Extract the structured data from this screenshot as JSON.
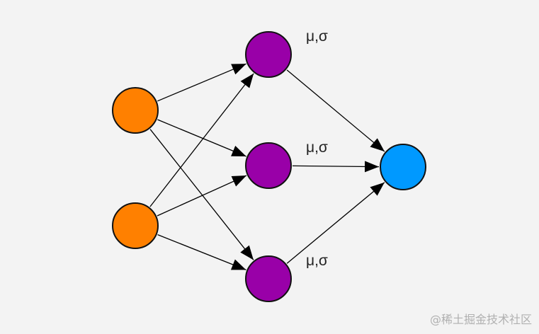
{
  "diagram": {
    "nodes": [
      {
        "id": "input-1",
        "layer": "input",
        "label": ""
      },
      {
        "id": "input-2",
        "layer": "input",
        "label": ""
      },
      {
        "id": "hidden-1",
        "layer": "hidden",
        "label": "μ,σ"
      },
      {
        "id": "hidden-2",
        "layer": "hidden",
        "label": "μ,σ"
      },
      {
        "id": "hidden-3",
        "layer": "hidden",
        "label": "μ,σ"
      },
      {
        "id": "output-1",
        "layer": "output",
        "label": ""
      }
    ],
    "edges": [
      {
        "from": "input-1",
        "to": "hidden-1"
      },
      {
        "from": "input-1",
        "to": "hidden-2"
      },
      {
        "from": "input-1",
        "to": "hidden-3"
      },
      {
        "from": "input-2",
        "to": "hidden-1"
      },
      {
        "from": "input-2",
        "to": "hidden-2"
      },
      {
        "from": "input-2",
        "to": "hidden-3"
      },
      {
        "from": "hidden-1",
        "to": "output-1"
      },
      {
        "from": "hidden-2",
        "to": "output-1"
      },
      {
        "from": "hidden-3",
        "to": "output-1"
      }
    ],
    "colors": {
      "input": "#ff8000",
      "hidden": "#9900a8",
      "output": "#0099ff",
      "stroke": "#111111",
      "edge": "#000000"
    }
  },
  "watermark": "@稀土掘金技术社区"
}
